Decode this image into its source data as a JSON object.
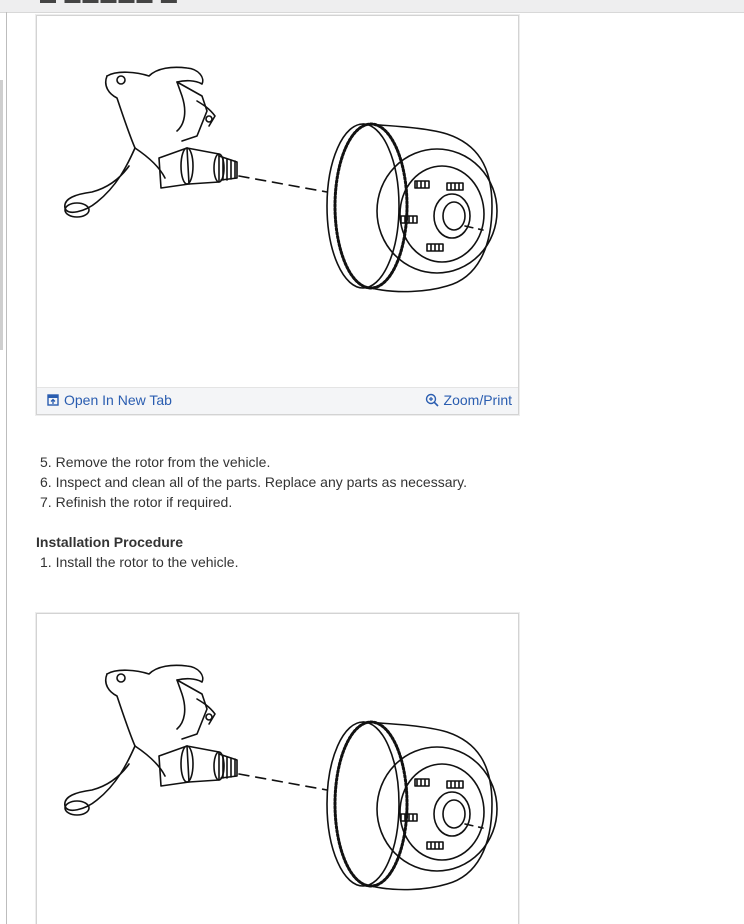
{
  "figures": [
    {
      "open_label": "Open In New Tab",
      "zoom_label": "Zoom/Print",
      "open_icon": "open-in-new-tab-icon",
      "zoom_icon": "zoom-in-icon"
    },
    {}
  ],
  "removal_steps": [
    {
      "num": "5.",
      "text": "Remove the rotor from the vehicle."
    },
    {
      "num": "6.",
      "text": "Inspect and clean all of the parts. Replace any parts as necessary."
    },
    {
      "num": "7.",
      "text": "Refinish the rotor if required."
    }
  ],
  "installation": {
    "heading": "Installation Procedure",
    "steps": [
      {
        "num": "1.",
        "text": "Install the rotor to the vehicle."
      }
    ]
  },
  "colors": {
    "link": "#2a5db0",
    "toolbar_bg": "#f4f5f7"
  }
}
